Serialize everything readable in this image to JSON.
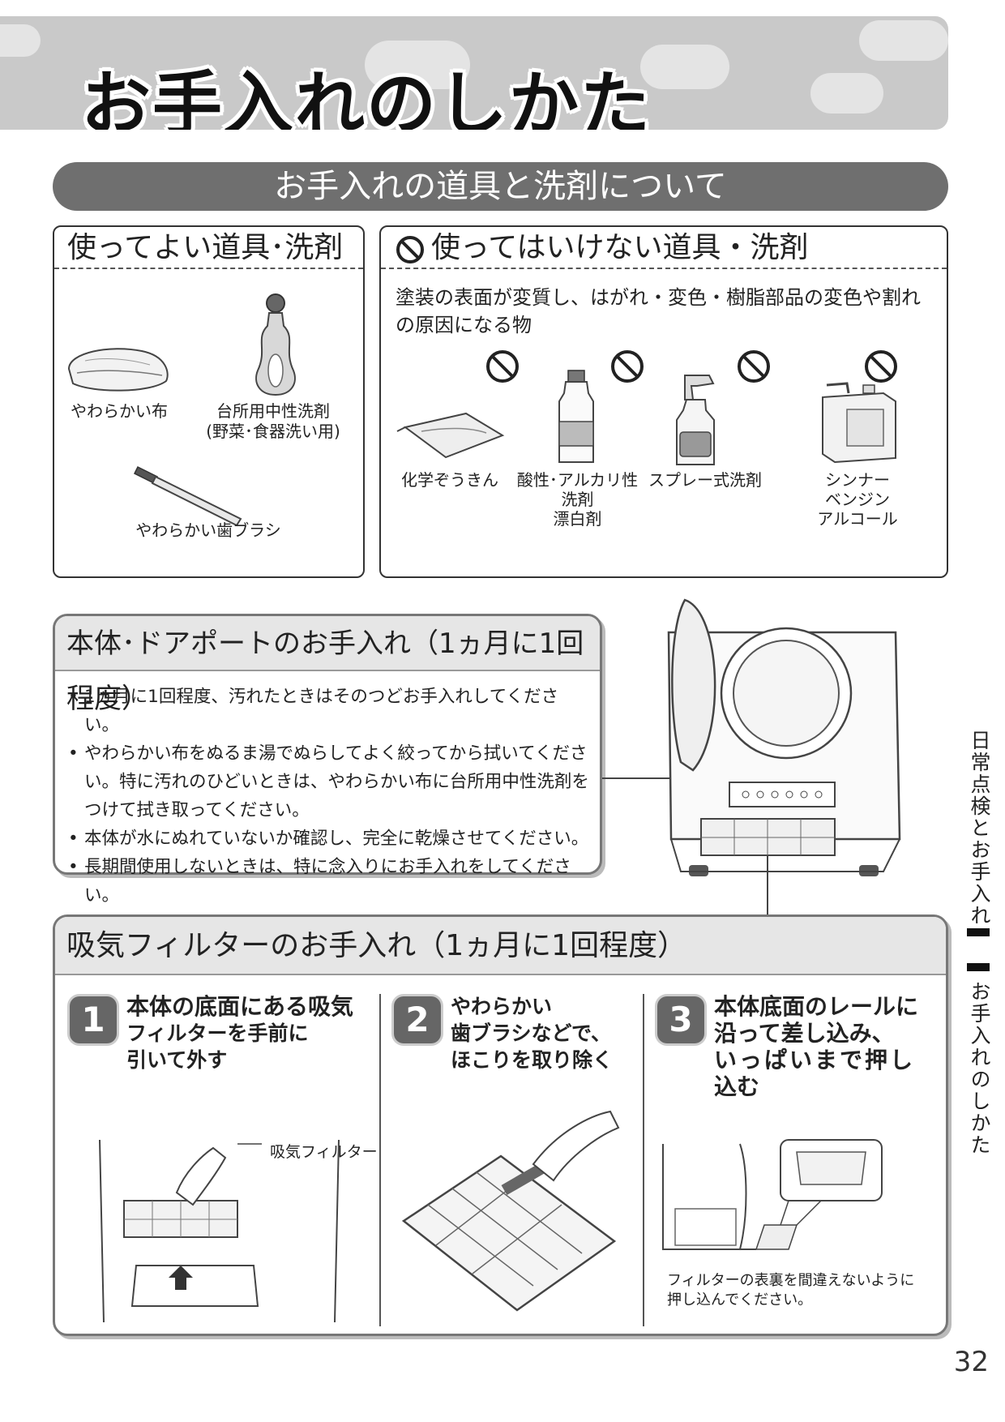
{
  "header": {
    "title": "お手入れのしかた"
  },
  "section": {
    "title": "お手入れの道具と洗剤について"
  },
  "good_tools": {
    "heading": "使ってよい道具･洗剤",
    "items": [
      {
        "label": "やわらかい布"
      },
      {
        "label": "台所用中性洗剤",
        "sub": "(野菜･食器洗い用)"
      },
      {
        "label": "やわらかい歯ブラシ"
      }
    ]
  },
  "bad_tools": {
    "heading": "使ってはいけない道具・洗剤",
    "description": "塗装の表面が変質し、はがれ・変色・樹脂部品の変色や割れの原因になる物",
    "items": [
      {
        "label": "化学ぞうきん"
      },
      {
        "label": "酸性･アルカリ性",
        "line2": "洗剤",
        "line3": "漂白剤"
      },
      {
        "label": "スプレー式洗剤"
      },
      {
        "label": "シンナー",
        "line2": "ベンジン",
        "line3": "アルコール"
      }
    ]
  },
  "body_care": {
    "heading": "本体･ドアポートのお手入れ（1ヵ月に1回程度）",
    "bullets": [
      "1ヵ月に1回程度、汚れたときはそのつどお手入れしてください。",
      "やわらかい布をぬるま湯でぬらしてよく絞ってから拭いてください。特に汚れのひどいときは、やわらかい布に台所用中性洗剤をつけて拭き取ってください。",
      "本体が水にぬれていないか確認し、完全に乾燥させてください。",
      "長期間使用しないときは、特に念入りにお手入れをしてください。"
    ]
  },
  "filter_care": {
    "heading": "吸気フィルターのお手入れ（1ヵ月に1回程度）",
    "steps": [
      {
        "num": "1",
        "line1": "本体の底面にある吸気",
        "line2": "フィルターを手前に",
        "line3": "引いて外す",
        "callout": "吸気フィルター"
      },
      {
        "num": "2",
        "line1": "やわらかい",
        "line2": "歯ブラシなどで、",
        "line3": "ほこりを取り除く"
      },
      {
        "num": "3",
        "line1": "本体底面のレールに",
        "line2": "沿って差し込み、",
        "line3": "いっぱいまで押し",
        "line4": "込む",
        "note1": "フィルターの表裏を間違えないように",
        "note2": "押し込んでください。"
      }
    ]
  },
  "side_tab": {
    "chapter": "日常点検とお手入れ",
    "section": "お手入れのしかた"
  },
  "page_number": "32"
}
